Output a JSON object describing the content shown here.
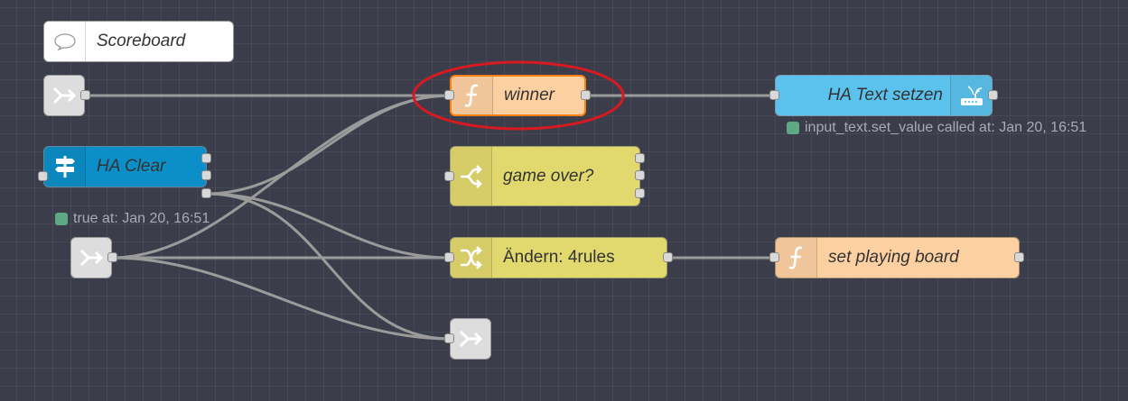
{
  "nodes": {
    "scoreboard": {
      "label": "Scoreboard",
      "icon": "comment-icon",
      "color": "#ffffff"
    },
    "winner": {
      "label": "winner",
      "icon": "function-icon",
      "color": "#fdd0a2",
      "highlight_color": "#d71921"
    },
    "ha_text": {
      "label": "HA Text setzen",
      "icon": "router-icon",
      "color": "#5bc2ed",
      "status": "input_text.set_value called at: Jan 20, 16:51"
    },
    "ha_clear": {
      "label": "HA Clear",
      "icon": "signpost-icon",
      "color": "#0c8fc9",
      "status": "true at: Jan 20, 16:51"
    },
    "game_over": {
      "label": "game over?",
      "icon": "switch-icon",
      "color": "#e2d96e"
    },
    "aendern": {
      "label": "Ändern: 4rules",
      "icon": "change-icon",
      "color": "#e2d96e"
    },
    "set_board": {
      "label": "set playing board",
      "icon": "function-icon",
      "color": "#fdd0a2"
    },
    "link_in_1": {
      "icon": "link-in-icon",
      "color": "#dddddd"
    },
    "link_in_2": {
      "icon": "link-in-icon",
      "color": "#dddddd"
    },
    "link_out": {
      "icon": "link-out-icon",
      "color": "#dddddd"
    }
  },
  "status_color": "#5fa884",
  "wire_color": "#9a9a9a"
}
